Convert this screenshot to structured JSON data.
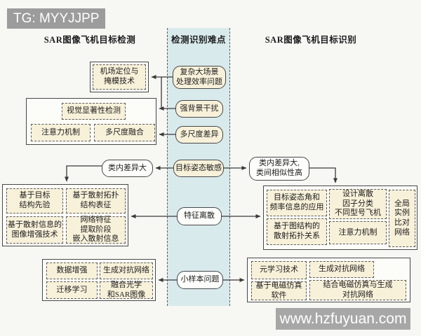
{
  "banner": "TG: MYYJJPP",
  "watermark": "www.hzfuyuan.com",
  "headers": {
    "left": "SAR图像飞机目标检测",
    "middle": "检测识别难点",
    "right": "SAR图像飞机目标识别"
  },
  "difficulties": {
    "complex_scene": "复杂大场景\n处理效率问题",
    "strong_background": "强背景干扰",
    "multiscale": "多尺度差异",
    "pose_sensitive": "目标姿态敏感",
    "feature_discrete": "特征离散",
    "few_shot": "小样本问题"
  },
  "detection": {
    "airport": "机场定位与\n掩模技术",
    "intra_class": "类内差异大",
    "saliency_group": {
      "title": "视觉显著性检测",
      "attention": "注意力机制",
      "fusion": "多尺度融合"
    },
    "structure_group": {
      "target_prior": "基于目标\n结构先验",
      "topology": "基于散射拓扑\n结构表征",
      "enhance": "基于散射信息的\n图像增强技术",
      "embed": "网络特征\n提取阶段\n嵌入散射信息"
    },
    "fewshot_group": {
      "augment": "数据增强",
      "gan": "生成对抗网络",
      "transfer": "迁移学习",
      "fuse_optical": "融合光学\n和SAR图像"
    }
  },
  "recognition": {
    "intra_inter": "类内差异大,\n类间相似性高",
    "feature_group": {
      "pose_freq": "目标姿态角和\n频率信息的应用",
      "discrete_factor": "设计离散\n因子分类\n不同型号飞机",
      "global_instance": "全局\n实例\n比对\n网络",
      "graph_topology": "基于图结构的\n散射拓扑关系",
      "attention": "注意力机制"
    },
    "fewshot_group": {
      "meta": "元学习技术",
      "gan": "生成对抗网络",
      "em_sim": "基于电磁仿真\n软件",
      "em_gan": "结合电磁仿真与生成\n对抗网络"
    }
  },
  "colors": {
    "band_blue": "#d9eaec",
    "box_cream": "#f8f1da",
    "banner_gray": "#9c9c9c",
    "watermark_gray": "#a7a7a7",
    "border": "#474747"
  }
}
